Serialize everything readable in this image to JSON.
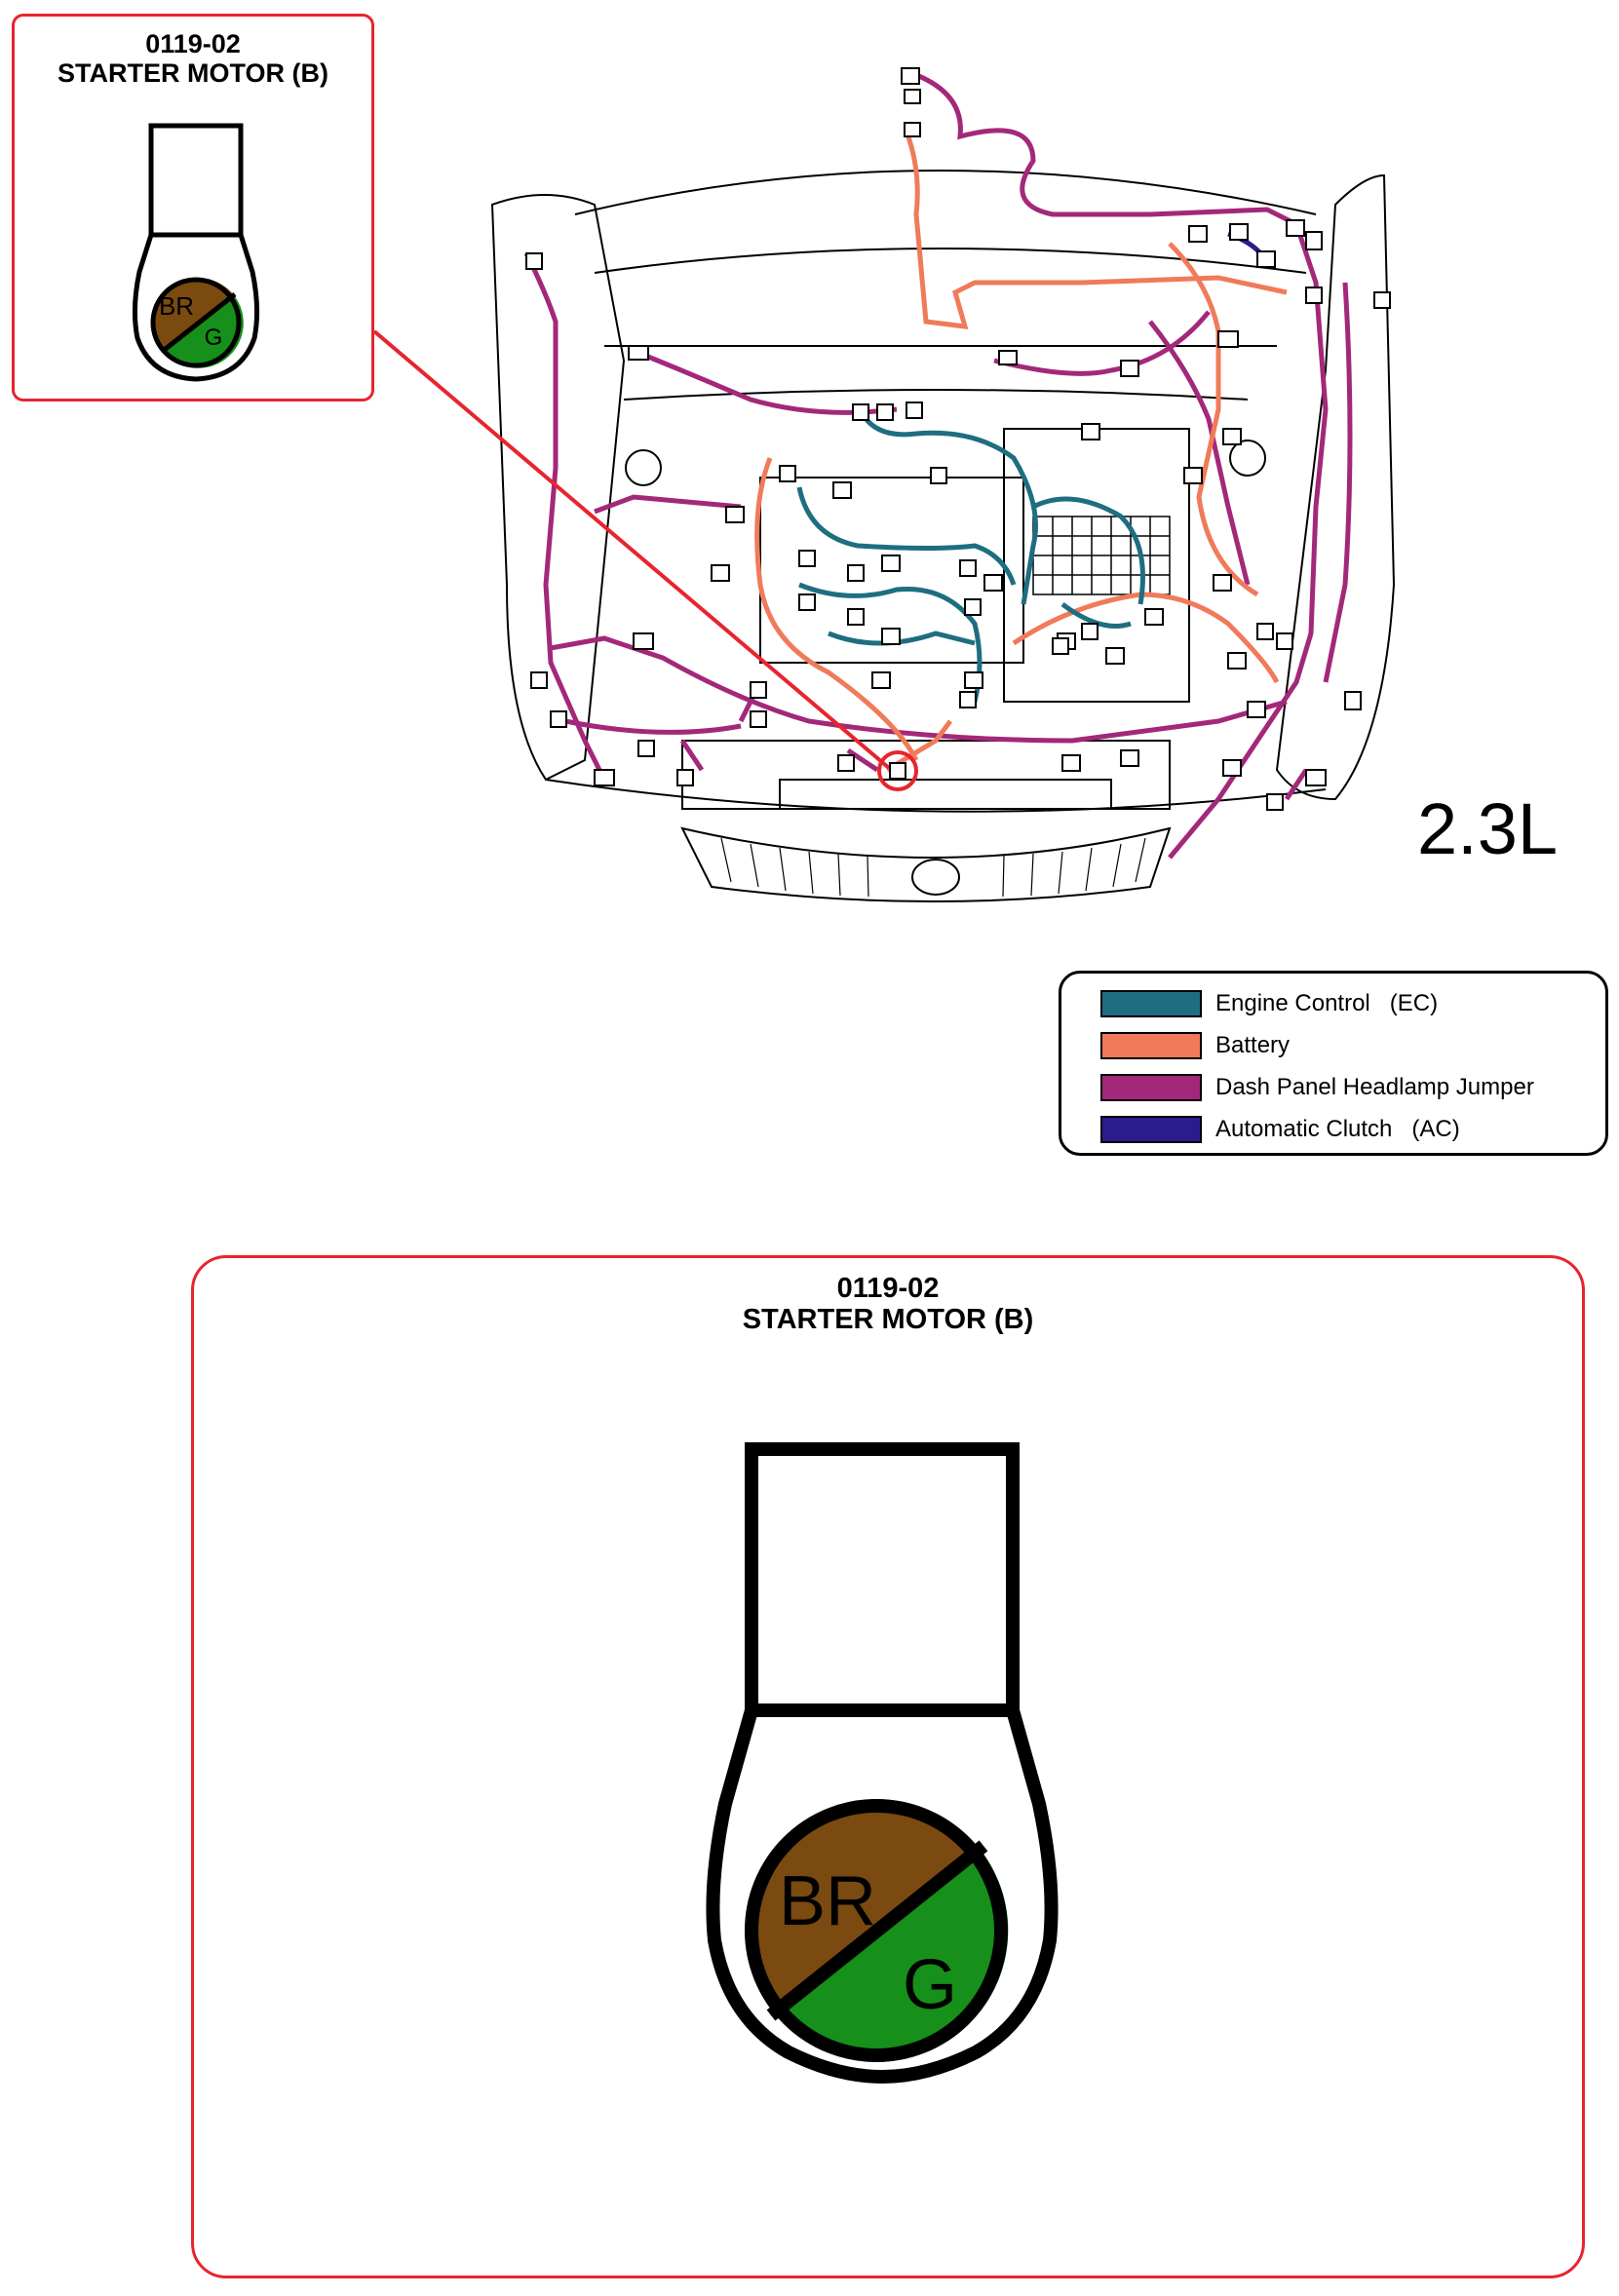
{
  "connector": {
    "code": "0119-02",
    "name": "STARTER MOTOR (B)",
    "pin": {
      "upper_label": "BR",
      "lower_label": "G",
      "upper_color": "#7a4a10",
      "lower_color": "#16901a"
    }
  },
  "engine": "2.3L",
  "legend": [
    {
      "label": "Engine Control   (EC)",
      "color": "#1e6e80"
    },
    {
      "label": "Battery",
      "color": "#f07a5a"
    },
    {
      "label": "Dash Panel Headlamp Jumper",
      "color": "#a3287a"
    },
    {
      "label": "Automatic Clutch   (AC)",
      "color": "#2a1c8c"
    }
  ],
  "colors": {
    "callout": "#e8242e",
    "harness_ec": "#1e6e80",
    "harness_battery": "#f07a5a",
    "harness_dash": "#a3287a",
    "harness_ac": "#2a1c8c"
  }
}
